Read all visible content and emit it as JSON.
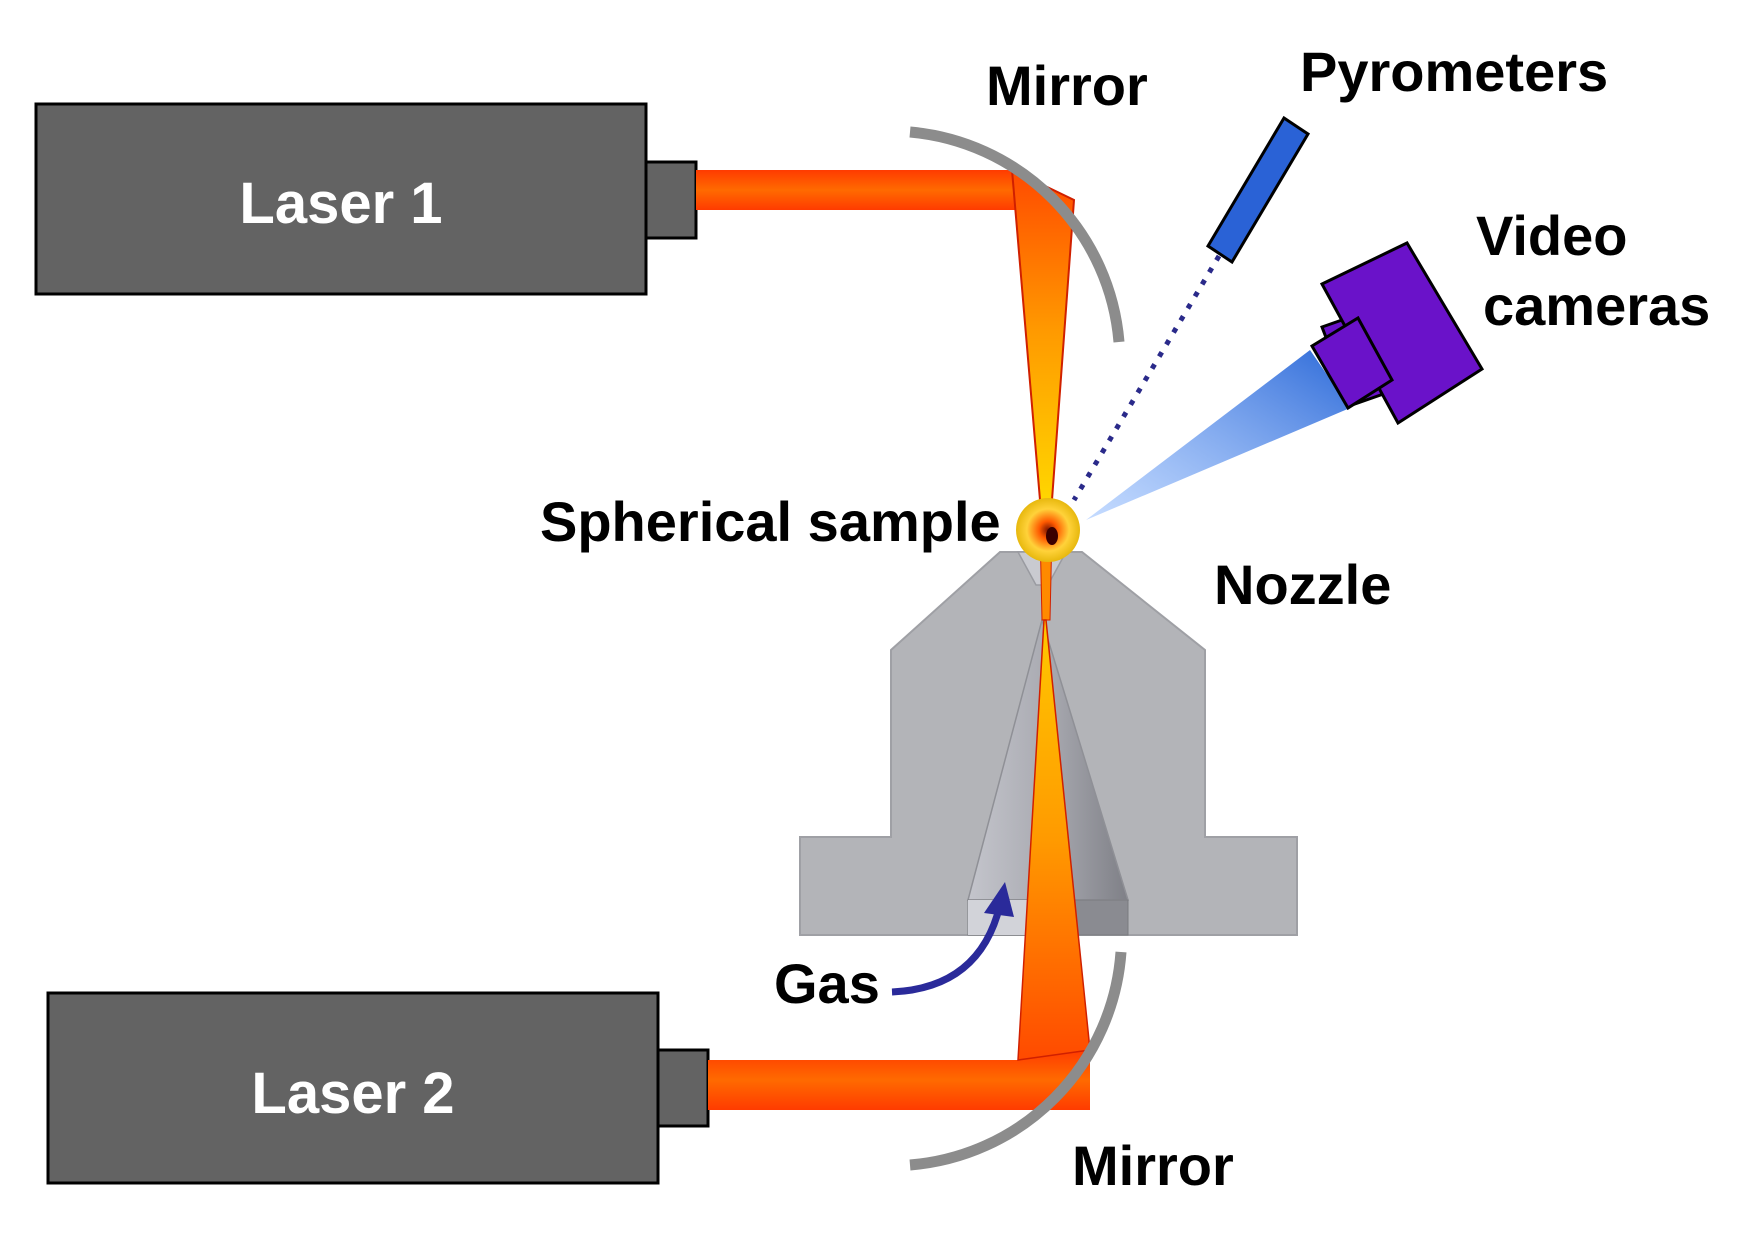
{
  "labels": {
    "laser1": "Laser 1",
    "laser2": "Laser 2",
    "mirror_top": "Mirror",
    "mirror_bottom": "Mirror",
    "pyrometers": "Pyrometers",
    "video_line1": "Video",
    "video_line2": "cameras",
    "sample": "Spherical sample",
    "nozzle": "Nozzle",
    "gas": "Gas"
  },
  "colors": {
    "laser_body": "#636363",
    "beam_red": "#ff3300",
    "beam_orange": "#ff8800",
    "beam_yellow": "#ffd400",
    "mirror": "#8c8c8c",
    "nozzle": "#b3b4b8",
    "pyrometer": "#2a62d6",
    "camera": "#6a12c9",
    "camera_cone": "#3f7fe0",
    "gas_arrow": "#2a2a9a"
  },
  "icons": [
    "laser-1-box",
    "laser-2-box",
    "top-mirror",
    "bottom-mirror",
    "pyrometer-icon",
    "video-camera-icon",
    "spherical-sample",
    "nozzle-block",
    "gas-arrow-icon"
  ]
}
